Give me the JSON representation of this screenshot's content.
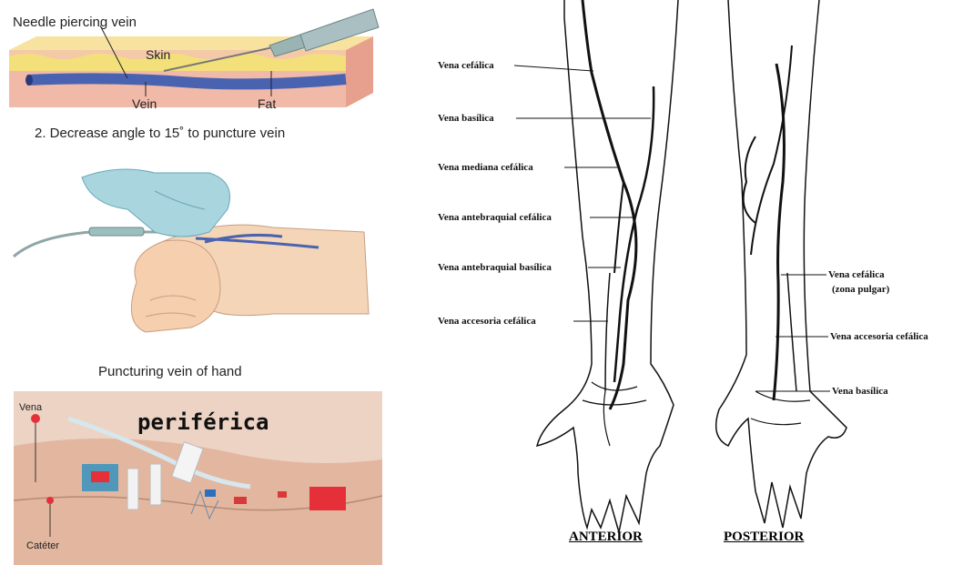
{
  "needle_panel": {
    "labels": {
      "needle": "Needle piercing vein",
      "skin": "Skin",
      "vein": "Vein",
      "fat": "Fat"
    },
    "caption": "2. Decrease angle to 15˚ to puncture vein"
  },
  "hand_panel": {
    "caption": "Puncturing vein of hand"
  },
  "catheter_panel": {
    "title": "periférica",
    "label_vena": "Vena",
    "label_cateter": "Catéter"
  },
  "arm_diagram": {
    "anterior_labels": [
      "Vena cefálica",
      "Vena basílica",
      "Vena mediana cefálica",
      "Vena antebraquial cefálica",
      "Vena antebraquial basílica",
      "Vena accesoria cefálica"
    ],
    "posterior_labels": {
      "cefalica": "Vena cefálica",
      "cefalica_note": "(zona pulgar)",
      "accesoria": "Vena accesoria cefálica",
      "basilica": "Vena basílica"
    },
    "anterior_title": "ANTERIOR",
    "posterior_title": "POSTERIOR"
  },
  "colors": {
    "skin_tone": "#f5d5b8",
    "vein_blue": "#4a63b0",
    "fat_yellow": "#f3e07a",
    "catheter_bg": "#e8c4b0",
    "glove_blue": "#a9d5df",
    "ink": "#111111"
  }
}
